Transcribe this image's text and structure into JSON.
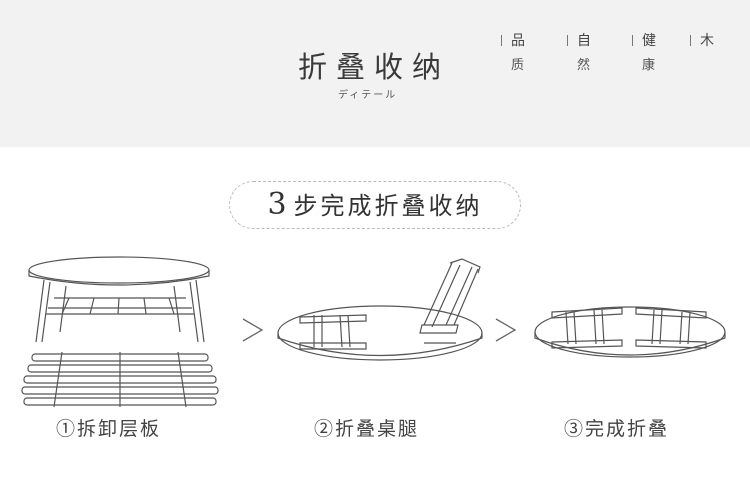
{
  "banner": {
    "title": "折叠收纳",
    "subtitle": "ディテール",
    "tags": [
      {
        "top": "品",
        "bottom": "质"
      },
      {
        "top": "自",
        "bottom": "然"
      },
      {
        "top": "健",
        "bottom": "康"
      },
      {
        "top": "木",
        "bottom": ""
      }
    ]
  },
  "headline": {
    "number": "3",
    "text": "步完成折叠收纳"
  },
  "steps": [
    {
      "label": "①拆卸层板"
    },
    {
      "label": "②折叠桌腿"
    },
    {
      "label": "③完成折叠"
    }
  ],
  "colors": {
    "banner_bg": "#f2f2f2",
    "line": "#555555"
  }
}
